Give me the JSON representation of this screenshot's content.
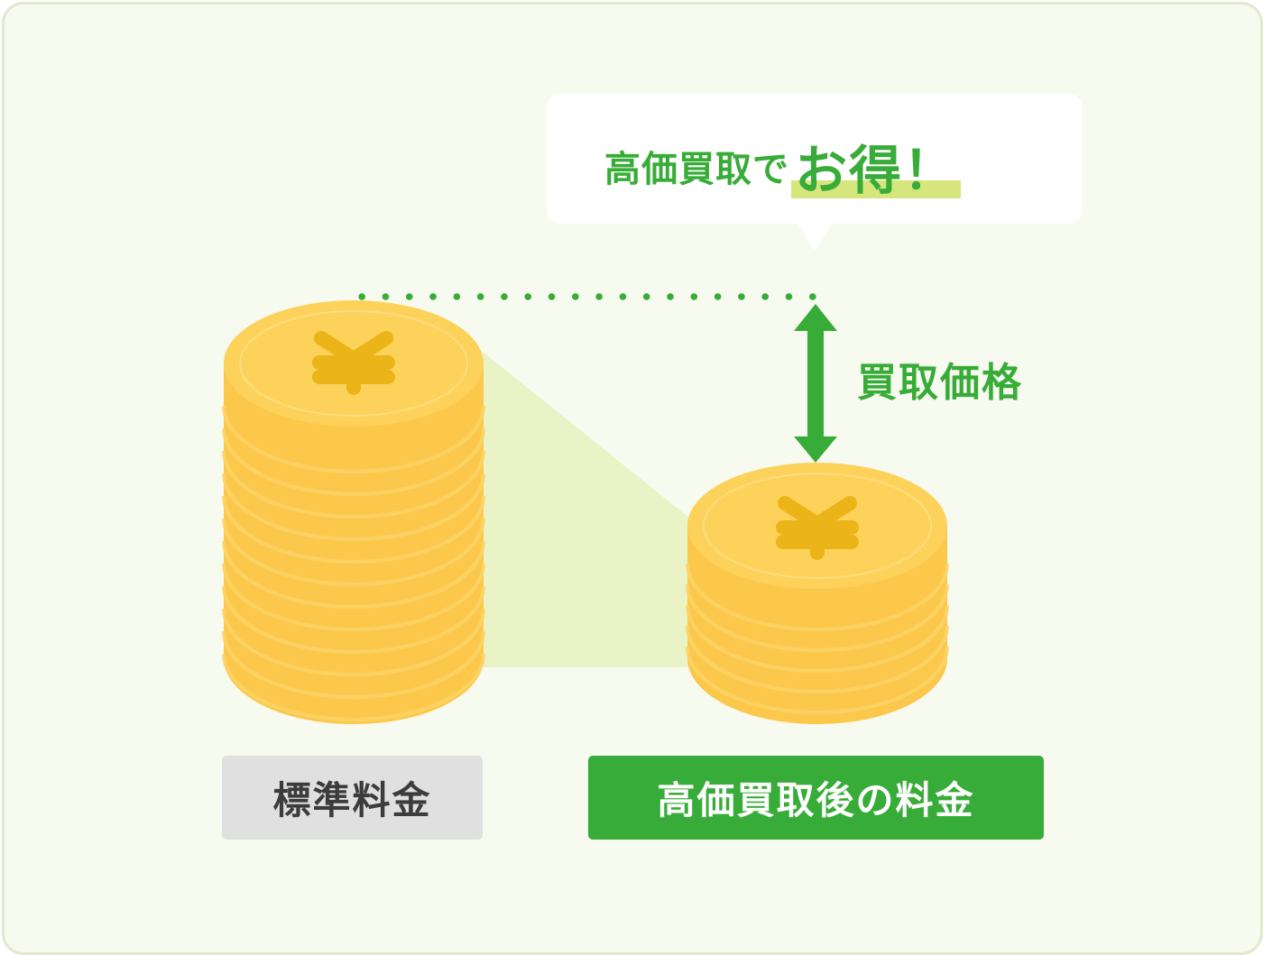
{
  "bubble": {
    "text_prefix": "高価買取で",
    "text_emphasis": "お得！"
  },
  "arrow": {
    "label": "買取価格",
    "icon": "double-headed-vertical-arrow"
  },
  "stacks": [
    {
      "name": "standard",
      "icon": "yen-coin-stack",
      "coin_count": 14
    },
    {
      "name": "after-buyback",
      "icon": "yen-coin-stack",
      "coin_count": 7
    }
  ],
  "labels": {
    "standard": "標準料金",
    "after_buyback": "高価買取後の料金"
  },
  "colors": {
    "background": "#f7faef",
    "border": "#e4e8cf",
    "accent_green": "#38ac38",
    "highlight": "#d6e57c",
    "trapezoid": "#e9f3c6",
    "coin": "#fcc84b",
    "coin_face": "#fdd25a",
    "yen_mark": "#ebb418",
    "standard_label_bg": "#e0e0e0",
    "standard_label_text": "#3c3c3c"
  }
}
